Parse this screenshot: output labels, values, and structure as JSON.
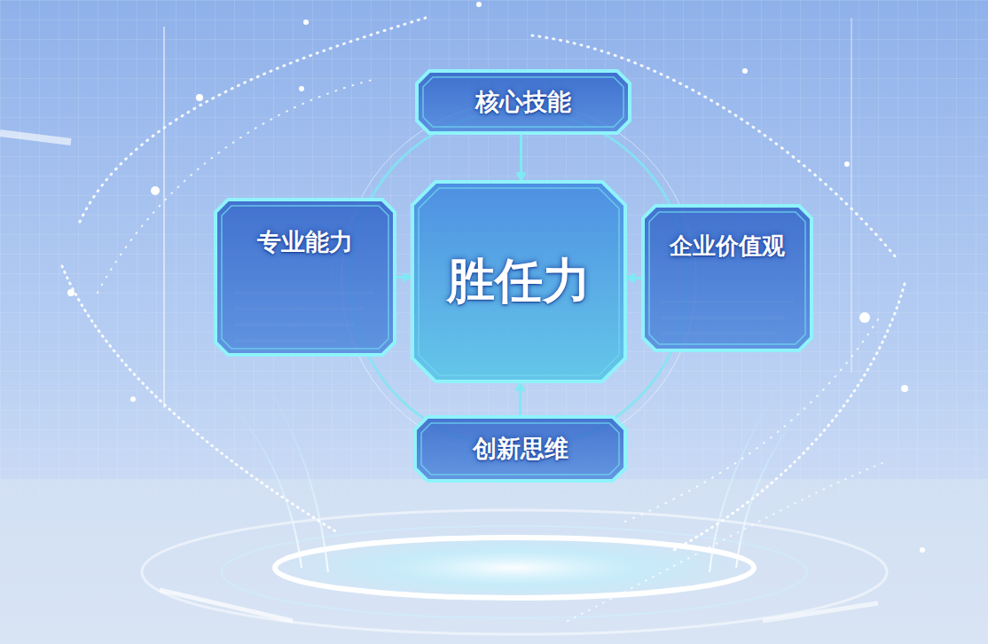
{
  "diagram": {
    "nodes": [
      {
        "text": [
          "核心技能"
        ]
      },
      {
        "text": [
          "专业能力"
        ]
      },
      {
        "text": [
          "胜任力"
        ]
      },
      {
        "text": [
          "企业价值观"
        ]
      },
      {
        "text": [
          "创新思维"
        ]
      }
    ],
    "edges": [
      {
        "from": 0,
        "to": 2,
        "arrow": "to"
      },
      {
        "from": 1,
        "to": 2,
        "arrow": "to"
      },
      {
        "from": 3,
        "to": 2,
        "arrow": "to"
      },
      {
        "from": 4,
        "to": 2,
        "arrow": "to"
      }
    ]
  }
}
